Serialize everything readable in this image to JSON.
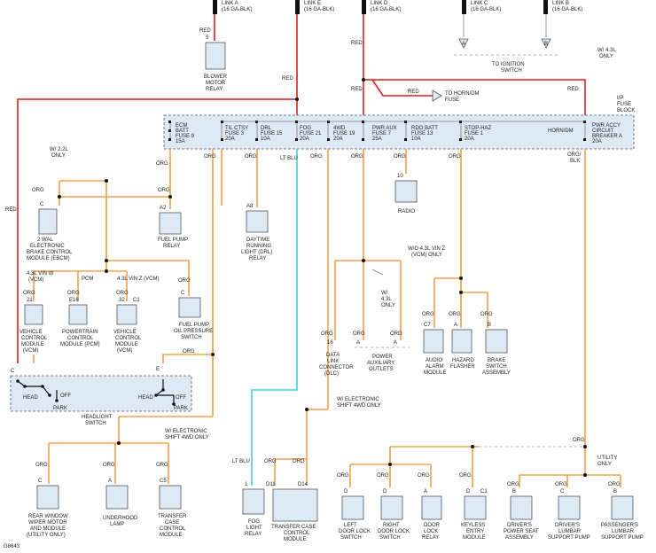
{
  "colors": {
    "red_wire": "#e11d1d",
    "org_wire": "#f5a04a",
    "lt_blu_wire": "#3fd0d8",
    "component_fill": "#dde9f5"
  },
  "links": [
    {
      "id": "link-a",
      "name": "LINK A",
      "spec": "(16 GA-BLK)"
    },
    {
      "id": "link-e",
      "name": "LINK E",
      "spec": "(16 GA-BLK)"
    },
    {
      "id": "link-d",
      "name": "LINK D",
      "spec": "(16 GA-BLK)"
    },
    {
      "id": "link-c",
      "name": "LINK C",
      "spec": "(16 GA-BLK)"
    },
    {
      "id": "link-b",
      "name": "LINK B",
      "spec": "(16 GA-BLK)"
    }
  ],
  "fuse_block": {
    "title": [
      "I/P",
      "FUSE",
      "BLOCK"
    ]
  },
  "fuses": [
    {
      "lines": [
        "ECM",
        "BATT",
        "FUSE 9",
        "15A"
      ]
    },
    {
      "lines": [
        "TIL CTSY",
        "FUSE 3",
        "20A"
      ]
    },
    {
      "lines": [
        "DRL",
        "FUSE 15",
        "10A"
      ]
    },
    {
      "lines": [
        "FOG",
        "FUSE 21",
        "20A"
      ]
    },
    {
      "lines": [
        "4WD",
        "FUSE 19",
        "20A"
      ]
    },
    {
      "lines": [
        "PWR AUX",
        "FUSE 7",
        "25A"
      ]
    },
    {
      "lines": [
        "RDO BATT",
        "FUSE 13",
        "10A"
      ]
    },
    {
      "lines": [
        "STOP-HAZ",
        "FUSE 1",
        "20A"
      ]
    },
    {
      "lines": [
        "HORN/DM"
      ]
    },
    {
      "lines": [
        "PWR ACCY",
        "CIRCUIT",
        "BREAKER A",
        "20A"
      ]
    }
  ],
  "labels": {
    "red": "RED",
    "org": "ORG",
    "lt_blu": "LT BLU",
    "org_blk": [
      "ORG/",
      "BLK"
    ],
    "to_ignition": [
      "TO IGNITION",
      "SWITCH"
    ],
    "to_horn": [
      "TO HORN/DM",
      "FUSE"
    ],
    "w43_only": [
      "W/ 4.3L",
      "ONLY"
    ],
    "w22_only": [
      "W/ 2.2L",
      "ONLY"
    ],
    "v43w": [
      "4.3L VIN W",
      "(VCM)"
    ],
    "v43z": [
      "4.3L VIN Z (VCM)"
    ],
    "pcm": "PCM",
    "wo43z": [
      "W/O 4.3L VIN Z",
      "(VCM) ONLY"
    ],
    "w43_mid": [
      "W/",
      "4.3L",
      "ONLY"
    ],
    "elec_shift1": [
      "W/ ELECTRONIC",
      "SHIFT 4WD ONLY"
    ],
    "elec_shift2": [
      "W/ ELECTRONIC",
      "SHIFT 4WD ONLY"
    ],
    "utility_only": [
      "UTILITY",
      "ONLY"
    ],
    "figure_id": "G8643",
    "head": "HEAD",
    "off": "OFF",
    "park": "PARK"
  },
  "pins": {
    "p5": "5",
    "pA": "A",
    "pB": "B",
    "pC": "C",
    "pA2": "A2",
    "pA8": "A8",
    "p10": "10",
    "p21": "21",
    "pE16": "E16",
    "p32": "32",
    "pC1": "C1",
    "p16": "16",
    "pC7": "C7",
    "pE": "E",
    "p1": "1",
    "pD11": "D11",
    "pD14": "D14",
    "pD": "D",
    "pC5": "C5"
  },
  "components": [
    {
      "id": "blower-motor-relay",
      "lines": [
        "BLOWER",
        "MOTOR",
        "RELAY"
      ]
    },
    {
      "id": "ebcm",
      "lines": [
        "2 WAL",
        "ELECTRONIC",
        "BRAKE CONTROL",
        "MODULE (EBCM)"
      ]
    },
    {
      "id": "fuel-pump-relay",
      "lines": [
        "FUEL PUMP",
        "RELAY"
      ]
    },
    {
      "id": "drl-relay",
      "lines": [
        "DAYTIME",
        "RUNNING",
        "LIGHT (DRL)",
        "RELAY"
      ]
    },
    {
      "id": "radio",
      "lines": [
        "RADIO"
      ]
    },
    {
      "id": "vcm-left",
      "lines": [
        "VEHICLE",
        "CONTROL",
        "MODULE",
        "(VCM)"
      ]
    },
    {
      "id": "pcm",
      "lines": [
        "POWERTRAIN",
        "CONTROL",
        "MODULE (PCM)"
      ]
    },
    {
      "id": "vcm-right",
      "lines": [
        "VEHICLE",
        "CONTROL",
        "MODULE",
        "(VCM)"
      ]
    },
    {
      "id": "fuel-pump-oil-switch",
      "lines": [
        "FUEL PUMP",
        "OIL PRESSURE",
        "SWITCH"
      ]
    },
    {
      "id": "dlc",
      "lines": [
        "DATA",
        "LINK",
        "CONNECTOR",
        "(DLC)"
      ]
    },
    {
      "id": "power-outlets",
      "lines": [
        "POWER",
        "AUXILIARY",
        "OUTLETS"
      ]
    },
    {
      "id": "audio-alarm",
      "lines": [
        "AUDIO",
        "ALARM",
        "MODULE"
      ]
    },
    {
      "id": "hazard-flasher",
      "lines": [
        "HAZARD",
        "FLASHER"
      ]
    },
    {
      "id": "brake-switch",
      "lines": [
        "BRAKE",
        "SWITCH",
        "ASSEMBLY"
      ]
    },
    {
      "id": "headlight-switch",
      "lines": [
        "HEADLIGHT",
        "SWITCH"
      ]
    },
    {
      "id": "rear-wiper",
      "lines": [
        "REAR WINDOW",
        "WIPER MOTOR",
        "AND MODULE",
        "(UTILITY ONLY)"
      ]
    },
    {
      "id": "underhood-lamp",
      "lines": [
        "UNDERHOOD",
        "LAMP"
      ]
    },
    {
      "id": "tc-control-left",
      "lines": [
        "TRANSFER",
        "CASE",
        "CONTROL",
        "MODULE"
      ]
    },
    {
      "id": "fog-relay",
      "lines": [
        "FOG",
        "LIGHT",
        "RELAY"
      ]
    },
    {
      "id": "tc-control-module",
      "lines": [
        "TRANSFER CASE",
        "CONTROL",
        "MODULE"
      ]
    },
    {
      "id": "left-door-lock",
      "lines": [
        "LEFT",
        "DOOR LOCK",
        "SWITCH"
      ]
    },
    {
      "id": "right-door-lock",
      "lines": [
        "RIGHT",
        "DOOR LOCK",
        "SWITCH"
      ]
    },
    {
      "id": "door-lock-relay",
      "lines": [
        "DOOR",
        "LOCK",
        "RELAY"
      ]
    },
    {
      "id": "keyless-entry",
      "lines": [
        "KEYLESS",
        "ENTRY",
        "MODULE"
      ]
    },
    {
      "id": "power-seat",
      "lines": [
        "DRIVER'S",
        "POWER SEAT",
        "ASSEMBLY"
      ]
    },
    {
      "id": "driver-lumbar",
      "lines": [
        "DRIVER'S",
        "LUMBAR",
        "SUPPORT PUMP"
      ]
    },
    {
      "id": "passenger-lumbar",
      "lines": [
        "PASSENGER'S",
        "LUMBAR",
        "SUPPORT PUMP"
      ]
    }
  ]
}
